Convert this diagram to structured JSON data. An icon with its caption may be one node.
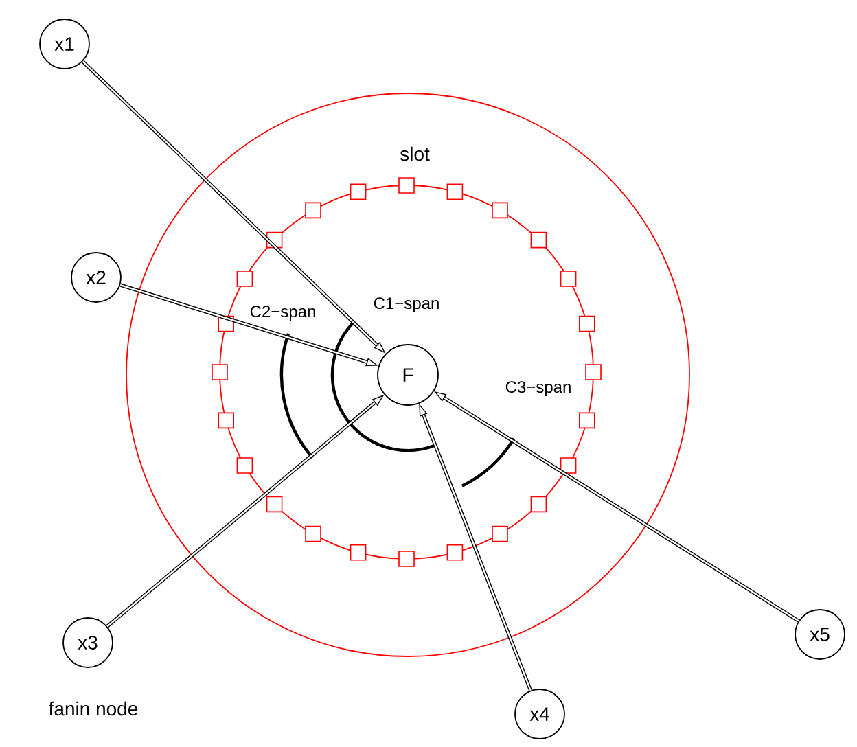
{
  "diagram": {
    "nodes": [
      {
        "text": [
          "x1"
        ]
      },
      {
        "text": [
          "x2"
        ]
      },
      {
        "text": [
          "F"
        ]
      },
      {
        "text": [
          "x3"
        ]
      },
      {
        "text": [
          "x4"
        ]
      },
      {
        "text": [
          "x5"
        ]
      }
    ],
    "edges": [
      {
        "from": 0,
        "to": 2,
        "arrow": "to"
      },
      {
        "from": 1,
        "to": 2,
        "arrow": "to"
      },
      {
        "from": 3,
        "to": 2,
        "arrow": "to"
      },
      {
        "from": 4,
        "to": 2,
        "arrow": "to"
      },
      {
        "from": 5,
        "to": 2,
        "arrow": "to"
      }
    ],
    "labels": [
      "slot",
      "C2−span",
      "C1−span",
      "C3−span",
      "fanin node"
    ]
  }
}
